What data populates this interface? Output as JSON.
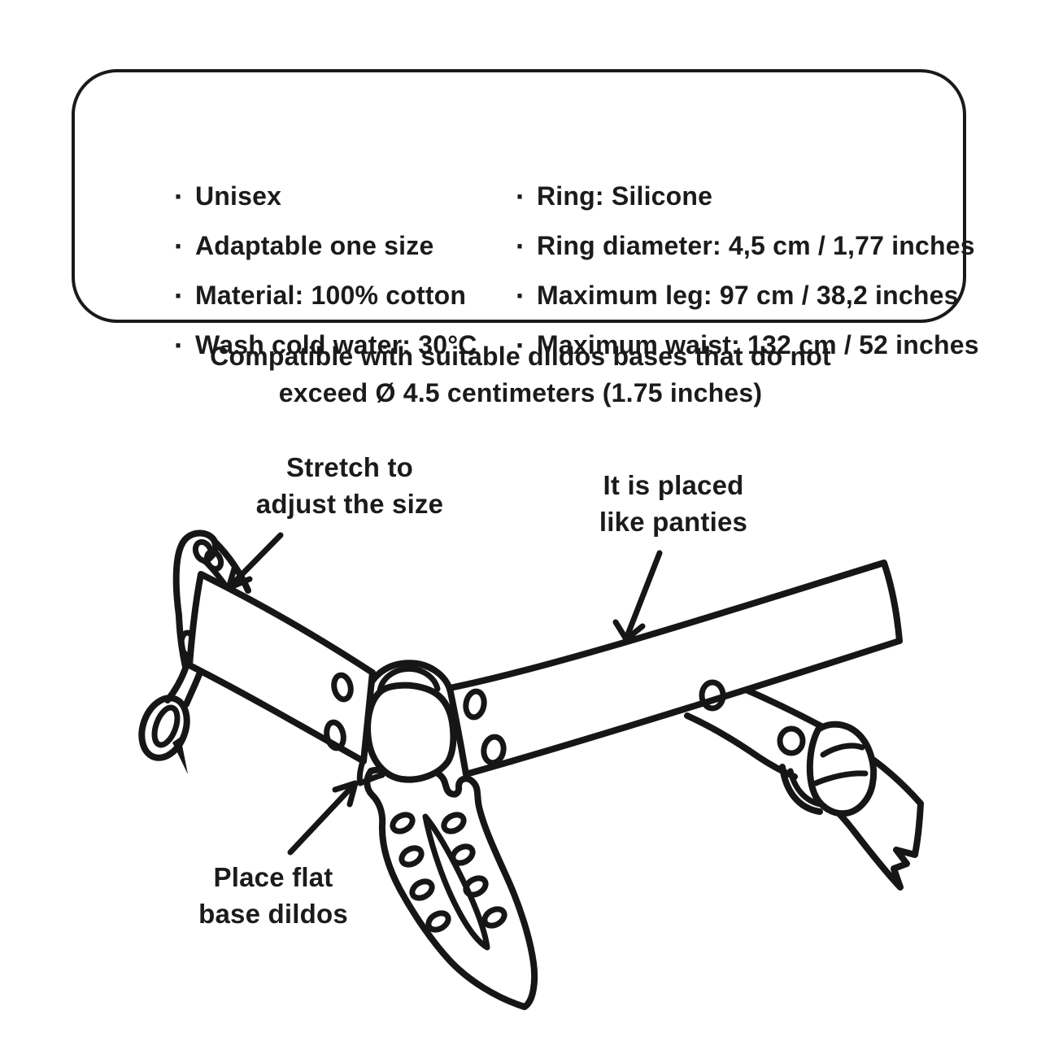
{
  "ui": {
    "bullet": "·"
  },
  "colors": {
    "ink": "#1a1a1a",
    "background": "#ffffff"
  },
  "spec_box": {
    "left_items": [
      "Unisex",
      "Adaptable one size",
      "Material: 100% cotton",
      "Wash cold water: 30°C"
    ],
    "right_items": [
      "Ring: Silicone",
      "Ring diameter: 4,5 cm / 1,77 inches",
      "Maximum leg: 97 cm / 38,2 inches",
      "Maximum waist: 132 cm / 52 inches"
    ]
  },
  "caption": {
    "line1": "Compatible with suitable dildos bases that do not",
    "line2": "exceed Ø 4.5 centimeters (1.75 inches)"
  },
  "diagram": {
    "labels": {
      "stretch": {
        "line1": "Stretch to",
        "line2": "adjust the size"
      },
      "placement": {
        "line1": "It is placed",
        "line2": "like panties"
      },
      "flat_base": {
        "line1": "Place flat",
        "line2": "base dildos"
      }
    }
  }
}
